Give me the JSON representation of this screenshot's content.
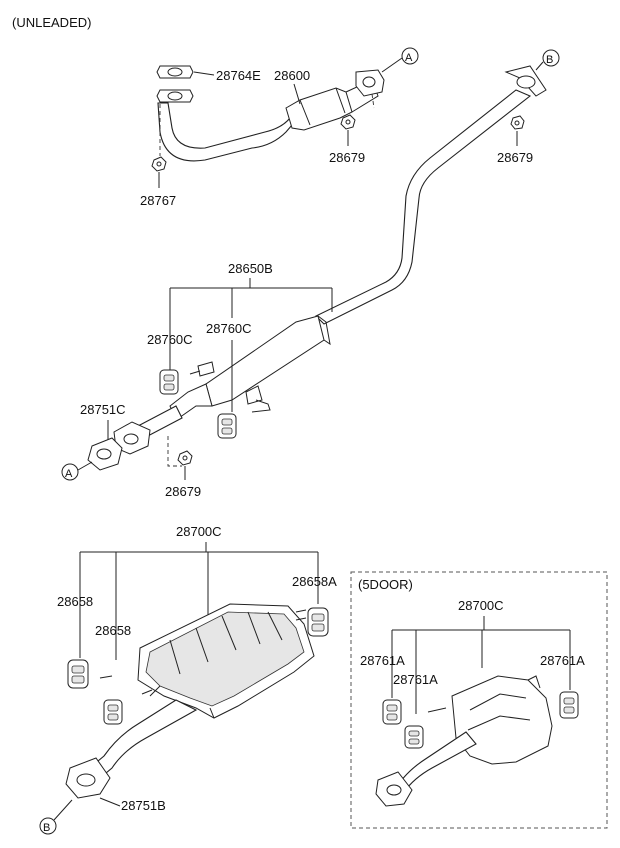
{
  "header": {
    "title": "(UNLEADED)"
  },
  "callouts": {
    "p28764E": "28764E",
    "p28600": "28600",
    "p28679_a": "28679",
    "p28679_b": "28679",
    "p28767": "28767",
    "p28650B": "28650B",
    "p28760C_1": "28760C",
    "p28760C_2": "28760C",
    "p28751C": "28751C",
    "p28679_c": "28679",
    "p28700C": "28700C",
    "p28658_1": "28658",
    "p28658_2": "28658",
    "p28658A": "28658A",
    "p28751B": "28751B"
  },
  "markers": {
    "a_top": "A",
    "b_top": "B",
    "a_mid": "A",
    "b_bot": "B"
  },
  "inset": {
    "title": "(5DOOR)",
    "p28700C": "28700C",
    "p28761A_1": "28761A",
    "p28761A_2": "28761A",
    "p28761A_3": "28761A"
  }
}
